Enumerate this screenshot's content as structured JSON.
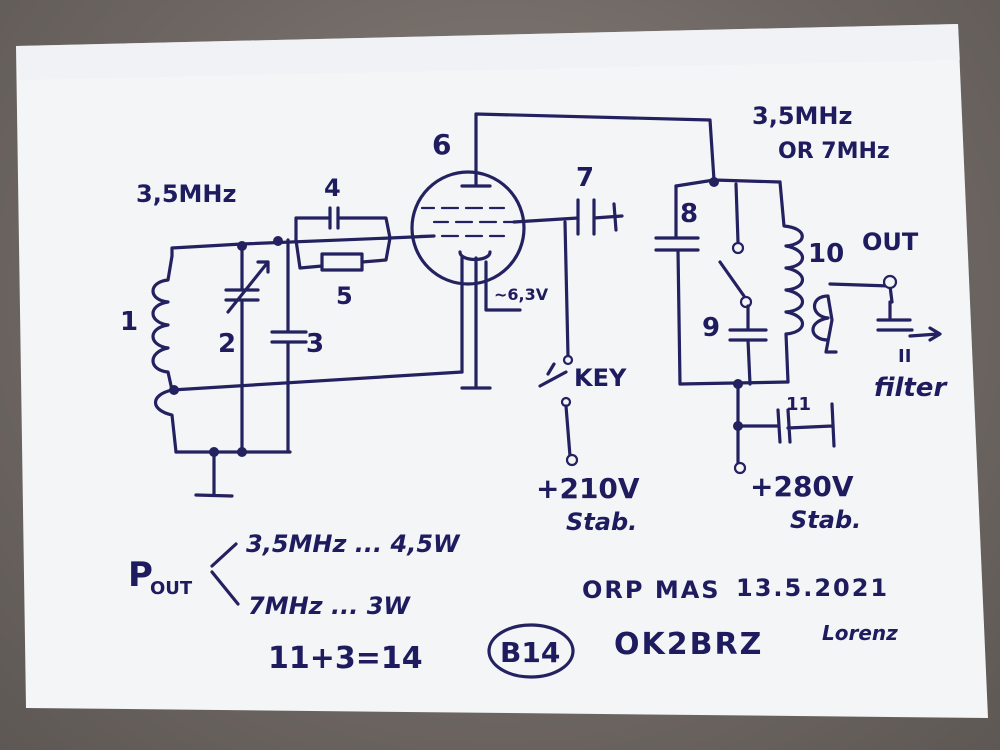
{
  "labels": {
    "freq_left": "3,5MHz",
    "n1": "1",
    "n2": "2",
    "n3": "3",
    "n4": "4",
    "n5": "5",
    "n6": "6",
    "n7": "7",
    "n8": "8",
    "n9": "9",
    "n10": "10",
    "n11": "11",
    "heater": "~6,3V",
    "key": "KEY",
    "supply_left": "+210V",
    "stab_left": "Stab.",
    "freq_right_1": "3,5MHz",
    "freq_right_2": "OR 7MHz",
    "out": "OUT",
    "filter_num": "II",
    "filter": "filter",
    "supply_right": "+280V",
    "stab_right": "Stab."
  },
  "notes": {
    "pout_p": "P",
    "pout_sub": "OUT",
    "power_1": "3,5MHz ... 4,5W",
    "power_2": "7MHz ... 3W",
    "sum": "11+3=14",
    "badge": "B14",
    "event": "ORP MAS",
    "date": "13.5.2021",
    "callsign": "OK2BRZ",
    "signature": "Lorenz"
  },
  "colors": {
    "ink": "#23215f",
    "paper": "#f4f5f7",
    "table": "#6b6561"
  }
}
